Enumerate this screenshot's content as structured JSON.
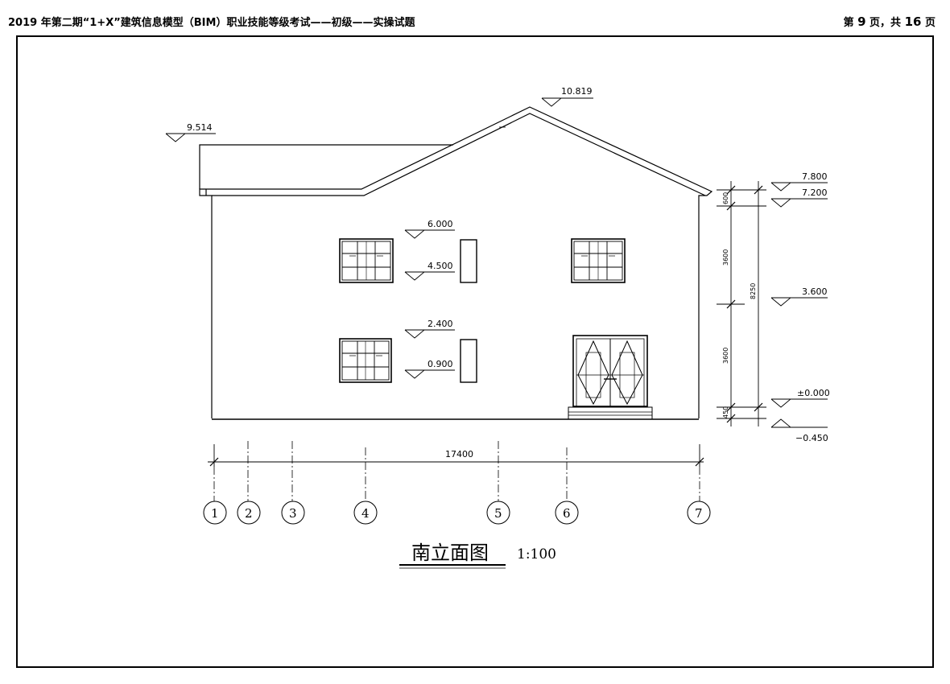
{
  "header": {
    "title": "2019 年第二期“1+X”建筑信息模型（BIM）职业技能等级考试——初级——实操试题",
    "page_prefix": "第 ",
    "page_number": "9",
    "page_middle": " 页，共 ",
    "page_total": "16",
    "page_suffix": " 页"
  },
  "drawing": {
    "title": "南立面图",
    "scale": "1:100",
    "elevations": {
      "ridge": "10.819",
      "low_roof": "9.514",
      "e7800": "7.800",
      "e7200": "7.200",
      "e6000": "6.000",
      "e4500": "4.500",
      "e3600": "3.600",
      "e2400": "2.400",
      "e0900": "0.900",
      "e0000": "±0.000",
      "e_neg0450": "−0.450"
    },
    "dimensions": {
      "total_width": "17400",
      "d600": "600",
      "d3600_upper": "3600",
      "d3600_lower": "3600",
      "d8250": "8250",
      "d450": "450"
    },
    "axes": [
      "1",
      "2",
      "3",
      "4",
      "5",
      "6",
      "7"
    ]
  }
}
